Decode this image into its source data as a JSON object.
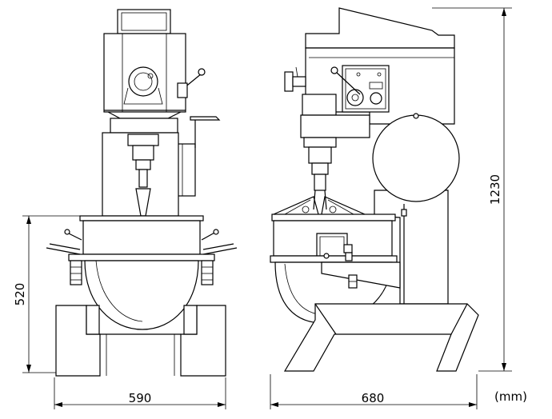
{
  "dimensions": {
    "front_width": "590",
    "front_height": "520",
    "side_width": "680",
    "side_height": "1230",
    "unit_note": "(mm)"
  }
}
